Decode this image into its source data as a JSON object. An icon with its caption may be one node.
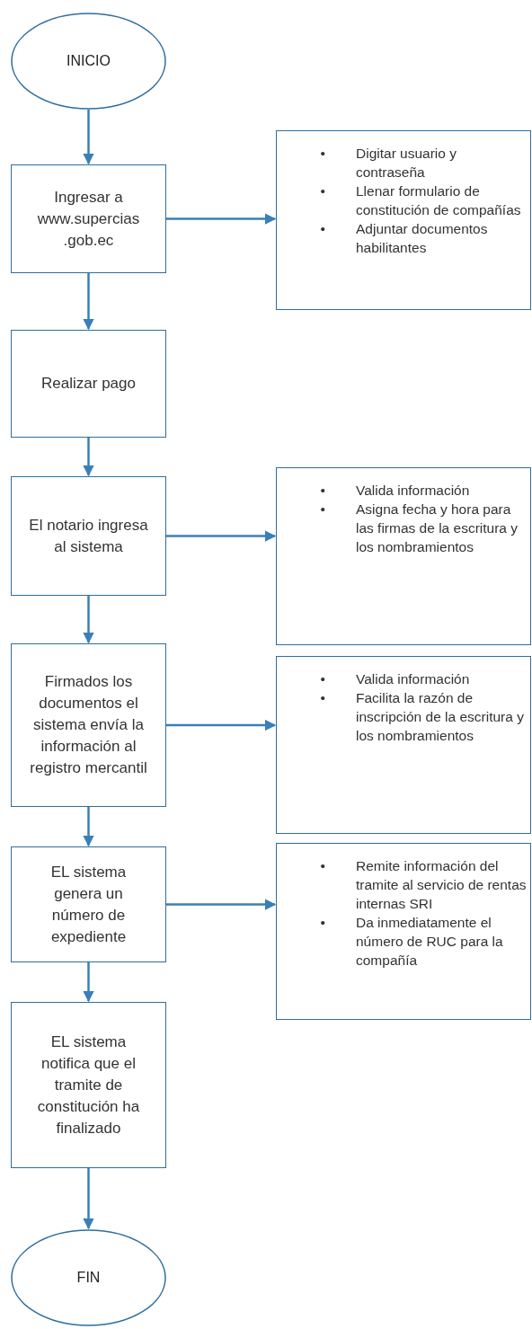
{
  "diagram": {
    "nodes": [
      {
        "text": [
          "INICIO"
        ]
      },
      {
        "text": [
          "Ingresar a www.supercias .gob.ec"
        ]
      },
      {
        "text": [
          "•",
          "Digitar usuario y contraseña",
          "•",
          "Llenar formulario de constitución de compañías",
          "•",
          "Adjuntar documentos habilitantes"
        ]
      },
      {
        "text": [
          "Realizar pago"
        ]
      },
      {
        "text": [
          "El notario ingresa al sistema"
        ]
      },
      {
        "text": [
          "•",
          "Valida información",
          "•",
          "Asigna fecha y hora para las firmas de la escritura y los nombramientos"
        ]
      },
      {
        "text": [
          "Firmados los documentos el sistema envía la información al registro mercantil"
        ]
      },
      {
        "text": [
          "•",
          "Valida información",
          "•",
          "Facilita la razón de inscripción de la escritura y los nombramientos"
        ]
      },
      {
        "text": [
          "EL sistema genera un número de expediente"
        ]
      },
      {
        "text": [
          "•",
          "Remite información del tramite al servicio de rentas internas SRI",
          "•",
          "Da inmediatamente el número de RUC para la compañía"
        ]
      },
      {
        "text": [
          "EL sistema notifica que el tramite de constitución ha finalizado"
        ]
      },
      {
        "text": [
          "FIN"
        ]
      }
    ],
    "edges": [
      {
        "from": 0,
        "to": 1,
        "arrow": "to"
      },
      {
        "from": 1,
        "to": 2,
        "arrow": "to"
      },
      {
        "from": 1,
        "to": 3,
        "arrow": "to"
      },
      {
        "from": 3,
        "to": 4,
        "arrow": "to"
      },
      {
        "from": 4,
        "to": 5,
        "arrow": "to"
      },
      {
        "from": 4,
        "to": 6,
        "arrow": "to"
      },
      {
        "from": 6,
        "to": 7,
        "arrow": "to"
      },
      {
        "from": 6,
        "to": 8,
        "arrow": "to"
      },
      {
        "from": 8,
        "to": 9,
        "arrow": "to"
      },
      {
        "from": 8,
        "to": 10,
        "arrow": "to"
      },
      {
        "from": 10,
        "to": 11,
        "arrow": "to"
      }
    ]
  }
}
